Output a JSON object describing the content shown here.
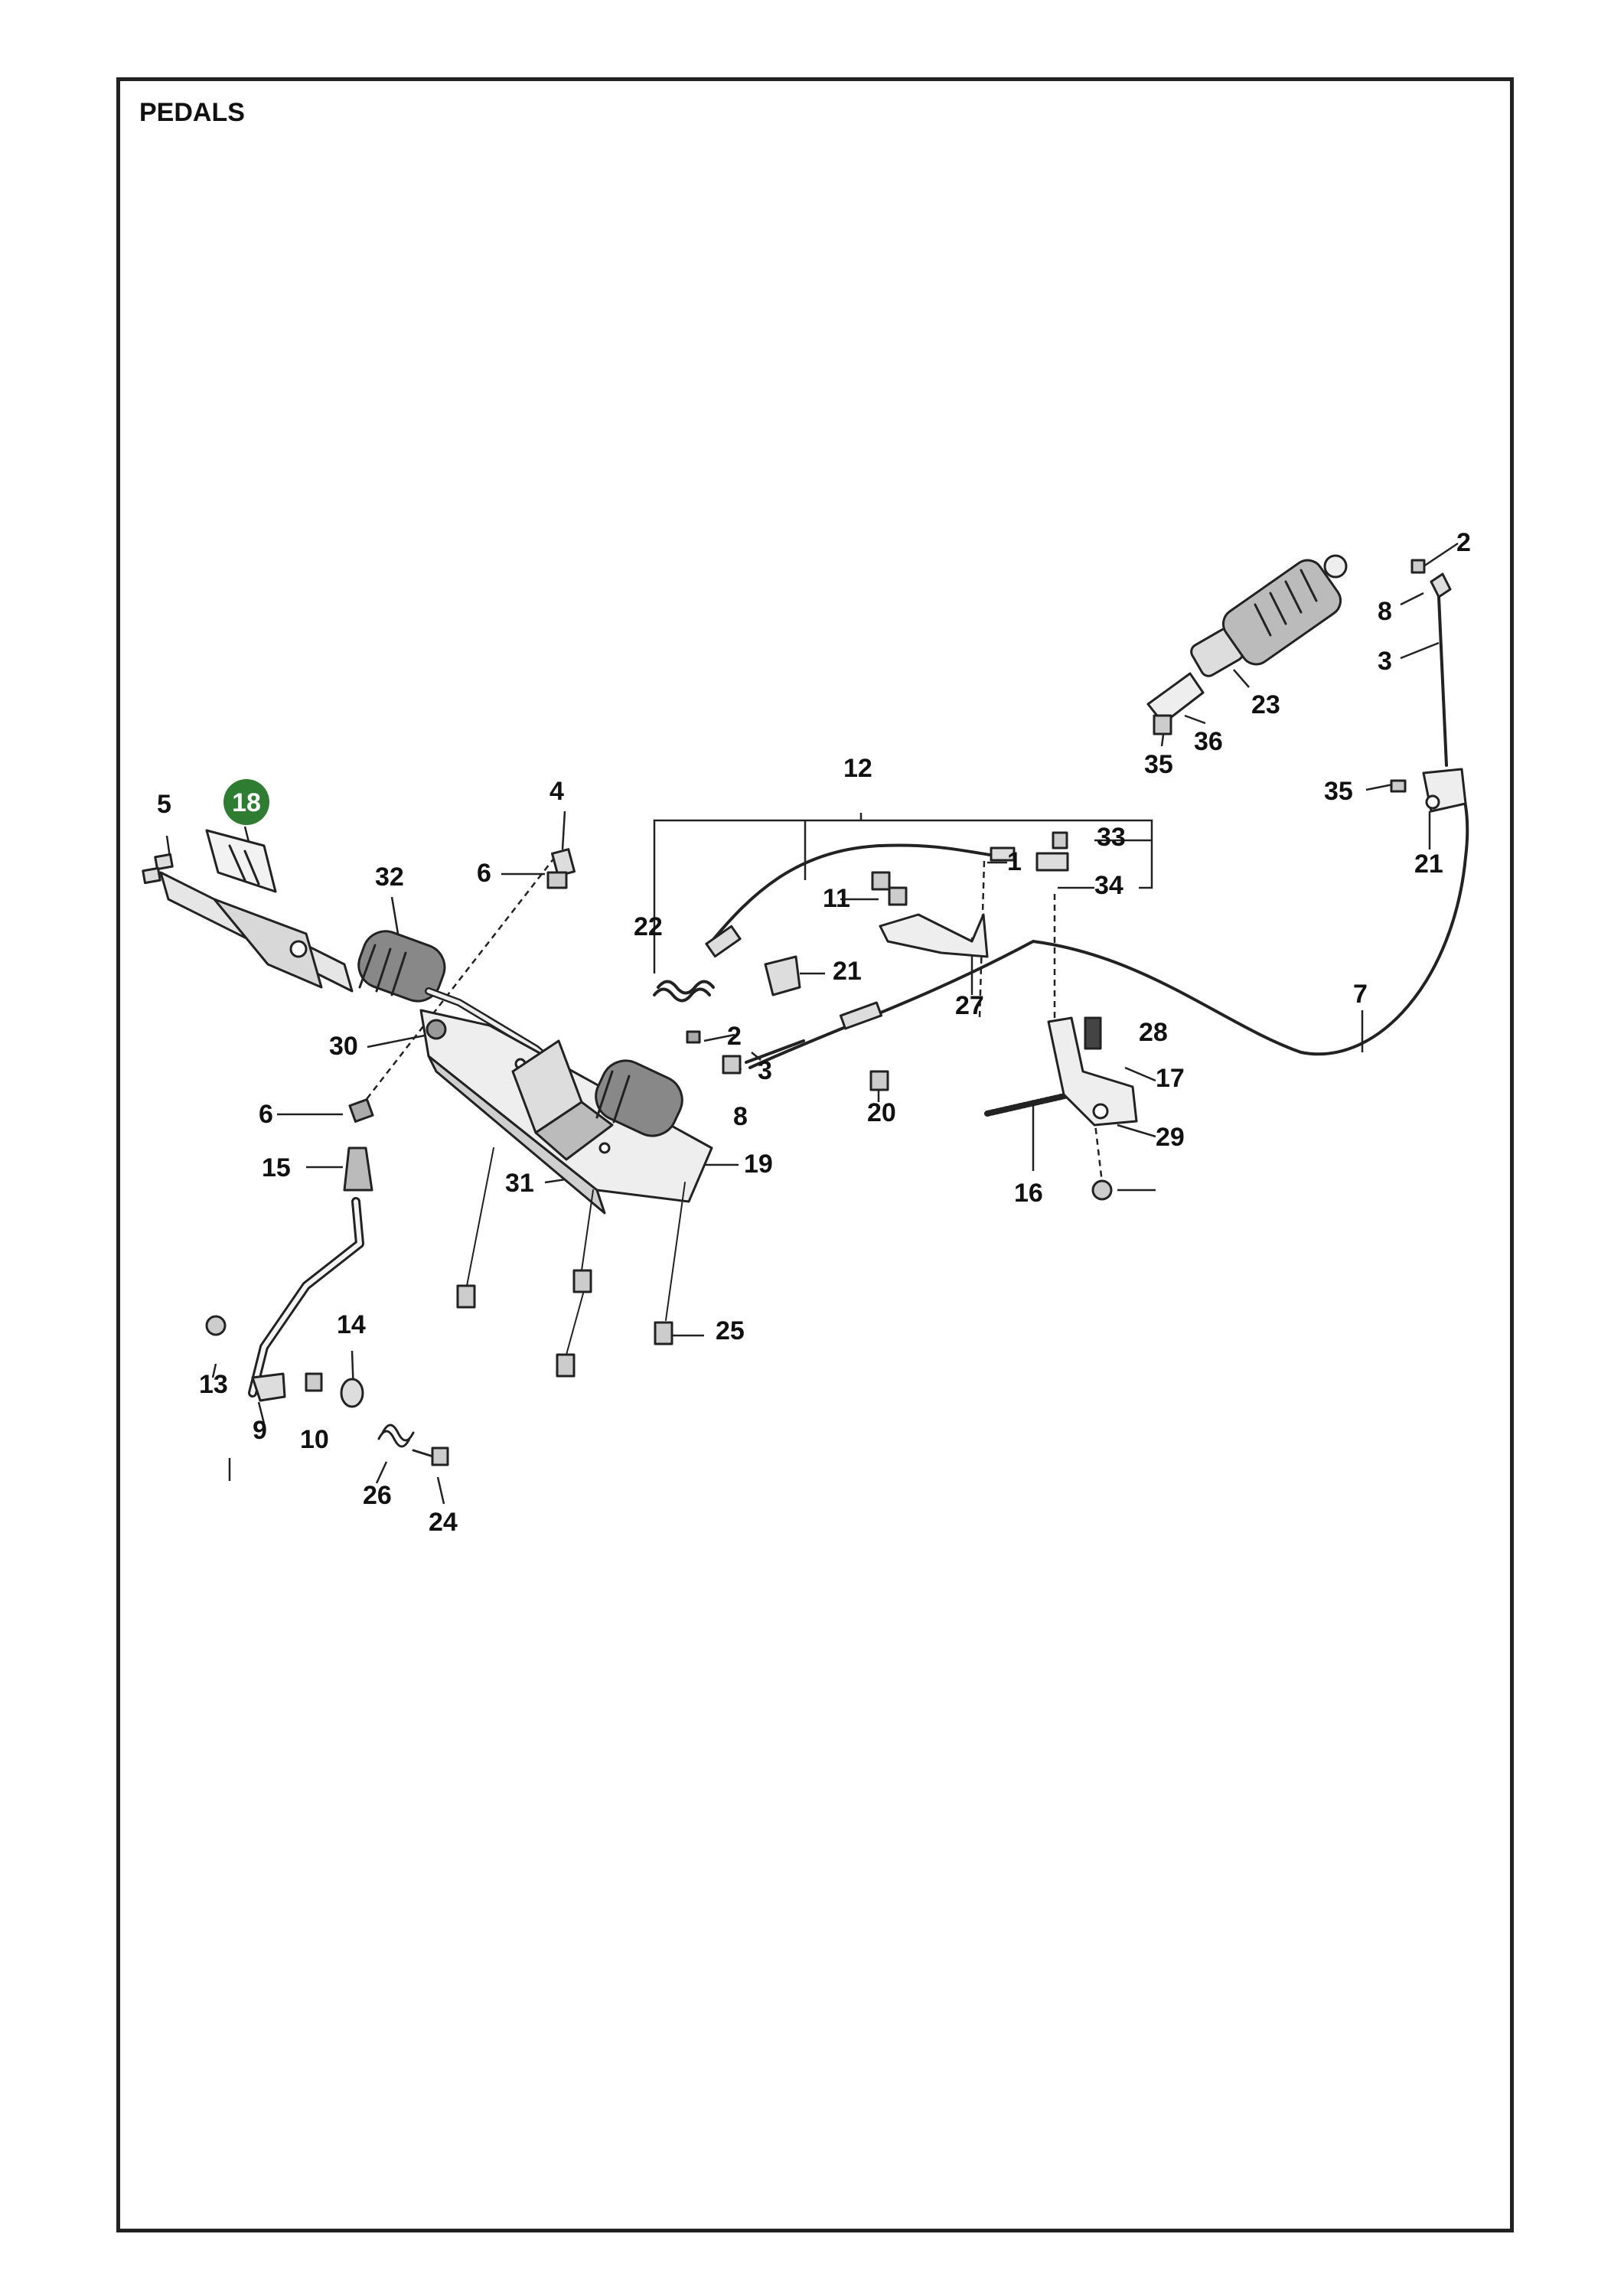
{
  "header": {
    "title": "PEDALS"
  },
  "highlight": {
    "part": "18",
    "color": "#2e7d32"
  },
  "callouts": [
    "1",
    "2",
    "2",
    "3",
    "3",
    "4",
    "5",
    "6",
    "6",
    "7",
    "8",
    "8",
    "9",
    "10",
    "11",
    "12",
    "13",
    "14",
    "15",
    "16",
    "17",
    "19",
    "20",
    "21",
    "21",
    "22",
    "23",
    "24",
    "25",
    "26",
    "27",
    "28",
    "29",
    "30",
    "31",
    "32",
    "33",
    "34",
    "35",
    "35",
    "36"
  ],
  "colors": {
    "line": "#222222",
    "part_fill": "#e6e6e6",
    "part_dark": "#555555"
  }
}
